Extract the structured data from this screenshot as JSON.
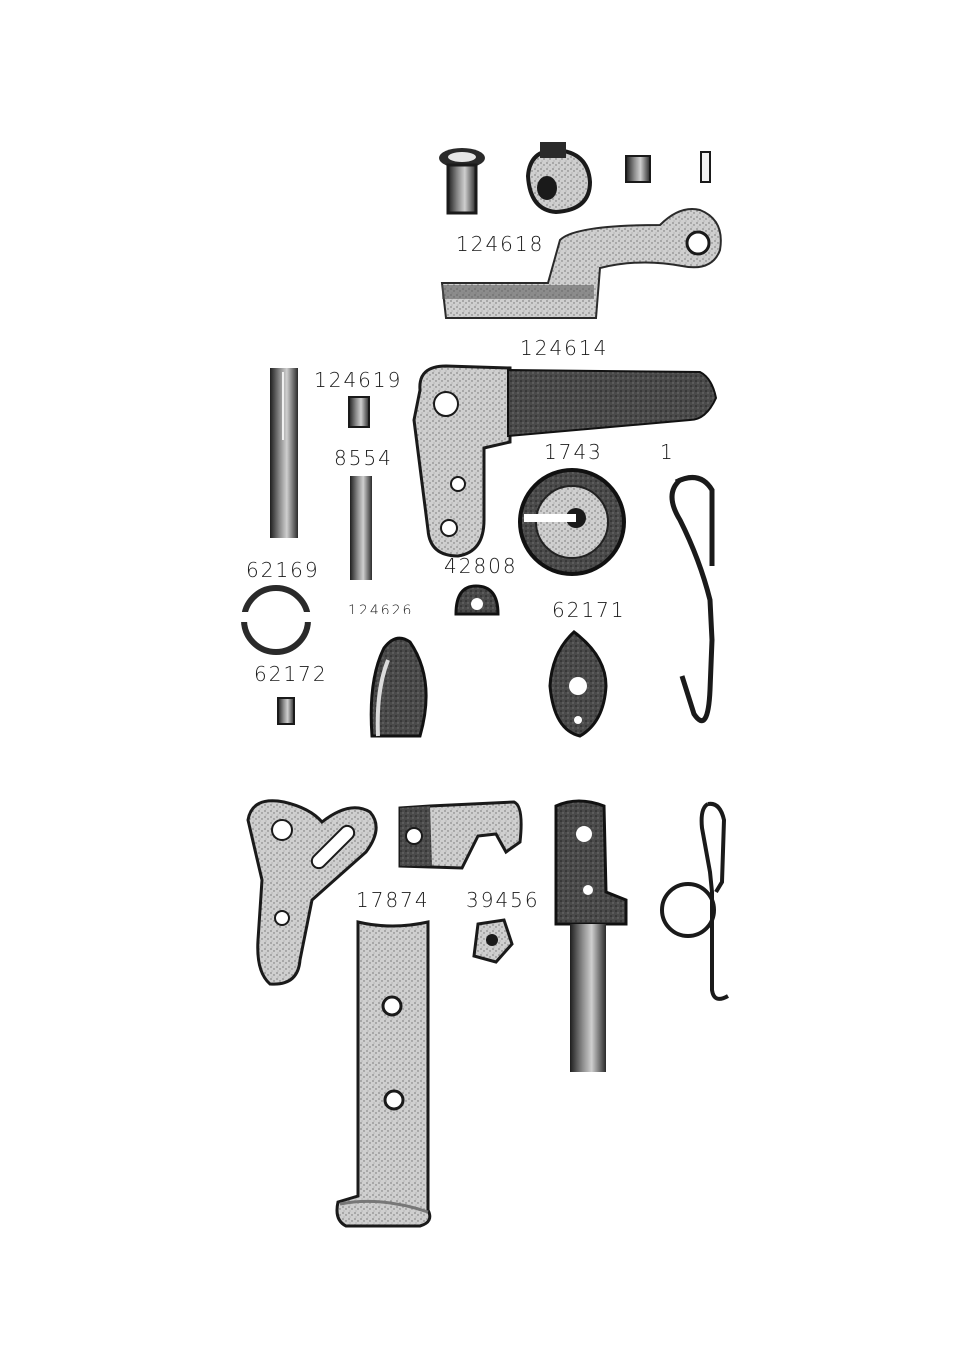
{
  "parts": [
    {
      "name": "part-124618",
      "label": "124618"
    },
    {
      "name": "part-124614",
      "label": "124614"
    },
    {
      "name": "part-124619",
      "label": "124619"
    },
    {
      "name": "part-8554",
      "label": "8554"
    },
    {
      "name": "part-1743",
      "label": "1743"
    },
    {
      "name": "part-1",
      "label": "1"
    },
    {
      "name": "part-62169",
      "label": "62169"
    },
    {
      "name": "part-42808",
      "label": "42808"
    },
    {
      "name": "part-124626",
      "label": "124626"
    },
    {
      "name": "part-62171",
      "label": "62171"
    },
    {
      "name": "part-62172",
      "label": "62172"
    },
    {
      "name": "part-17874",
      "label": "17874"
    },
    {
      "name": "part-39456",
      "label": "39456"
    }
  ],
  "colors": {
    "ink": "#1a1a1a",
    "metal_light": "#d2d2d2",
    "metal_mid": "#9a9a9a",
    "metal_dark": "#2a2a2a",
    "paper": "#ffffff"
  }
}
